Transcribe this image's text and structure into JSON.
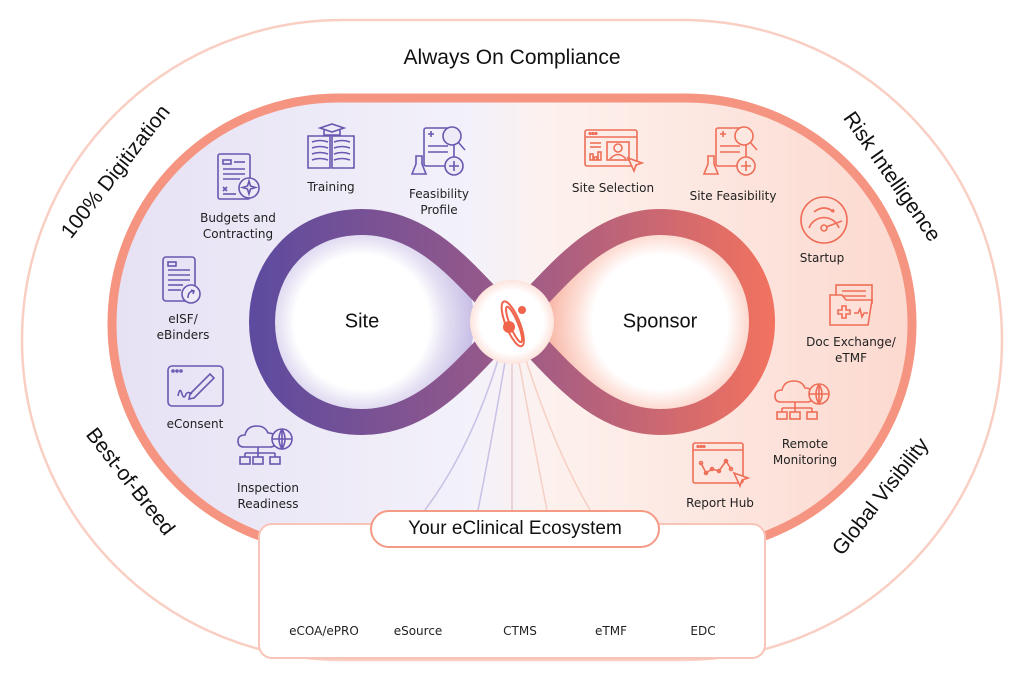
{
  "outer_ring": {
    "top": "Always On Compliance",
    "top_left": "100% Digitization",
    "bottom_left": "Best-of-Breed",
    "top_right": "Risk Intelligence",
    "bottom_right": "Global Visibility"
  },
  "loop": {
    "left_label": "Site",
    "right_label": "Sponsor",
    "center_icon": "orbit-logo-icon"
  },
  "site_items": [
    {
      "label": "Budgets and\nContracting",
      "icon": "contract-document-icon"
    },
    {
      "label": "Training",
      "icon": "book-graduation-icon"
    },
    {
      "label": "Feasibility\nProfile",
      "icon": "feasibility-search-icon"
    },
    {
      "label": "eISF/\neBinders",
      "icon": "binder-document-icon"
    },
    {
      "label": "eConsent",
      "icon": "signature-icon"
    },
    {
      "label": "Inspection\nReadiness",
      "icon": "cloud-network-icon"
    }
  ],
  "sponsor_items": [
    {
      "label": "Site Selection",
      "icon": "site-selection-icon"
    },
    {
      "label": "Site Feasibility",
      "icon": "feasibility-search-icon"
    },
    {
      "label": "Startup",
      "icon": "speedometer-icon"
    },
    {
      "label": "Doc Exchange/\neTMF",
      "icon": "medical-folder-icon"
    },
    {
      "label": "Remote\nMonitoring",
      "icon": "cloud-network-icon"
    },
    {
      "label": "Report Hub",
      "icon": "report-chart-icon"
    }
  ],
  "ecosystem": {
    "title": "Your eClinical Ecosystem",
    "items": [
      {
        "label": "eCOA/ePRO",
        "icon": "checklist-user-icon"
      },
      {
        "label": "eSource",
        "icon": "dashboard-window-icon"
      },
      {
        "label": "CTMS",
        "icon": "ctms-dashboard-icon"
      },
      {
        "label": "eTMF",
        "icon": "medical-folder-icon"
      },
      {
        "label": "EDC",
        "icon": "data-archive-lock-icon"
      }
    ]
  },
  "colors": {
    "purple": "#5f4b9e",
    "coral": "#f4735e",
    "ring": "#f8c7ba",
    "inner_border": "#f59480",
    "site_bg": "#ebe6f5",
    "sponsor_bg": "#fde3dc",
    "icon_purple": "#6a57b0",
    "icon_coral": "#ee6e57",
    "icon_gray": "#8a8a8a"
  }
}
